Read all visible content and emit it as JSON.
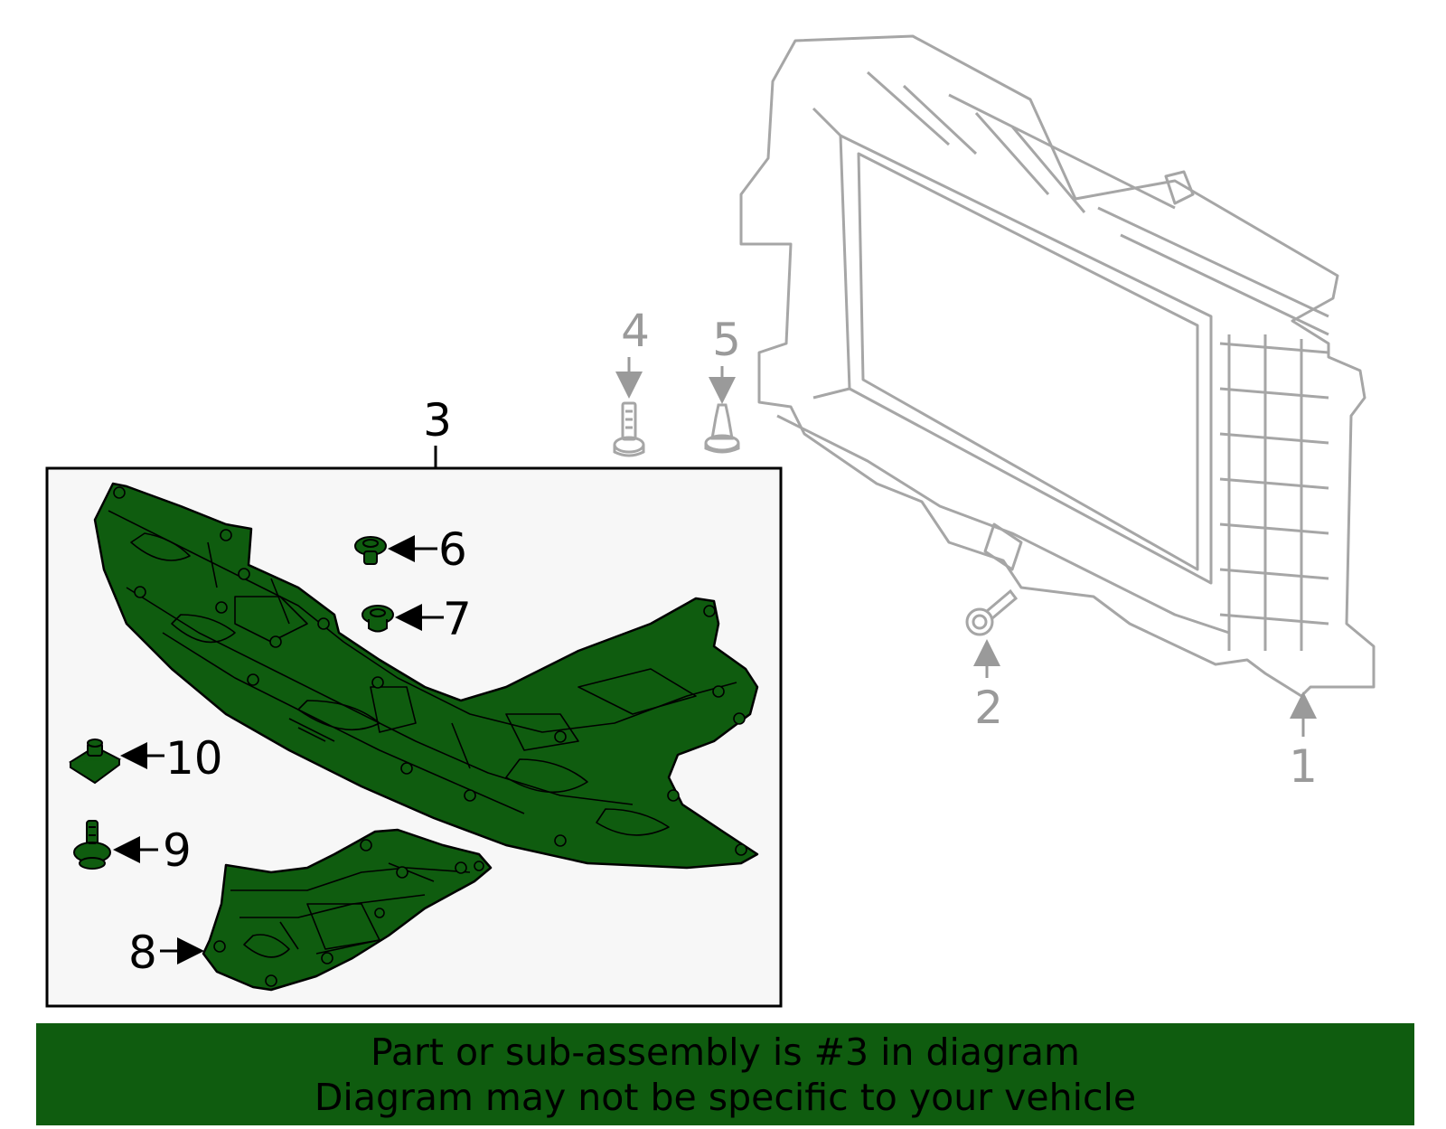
{
  "colors": {
    "highlight_part": "#0f5c0f",
    "context_part": "#a6a6a6",
    "callout_highlight": "#000000",
    "callout_context": "#9a9a9a",
    "subassembly_box_bg": "#f7f7f7",
    "banner_bg": "#0f5c0f"
  },
  "callouts": {
    "c1": "1",
    "c2": "2",
    "c3": "3",
    "c4": "4",
    "c5": "5",
    "c6": "6",
    "c7": "7",
    "c8": "8",
    "c9": "9",
    "c10": "10"
  },
  "banner": {
    "line1": "Part or sub-assembly is #3 in diagram",
    "line2": "Diagram may not be specific to your vehicle"
  }
}
